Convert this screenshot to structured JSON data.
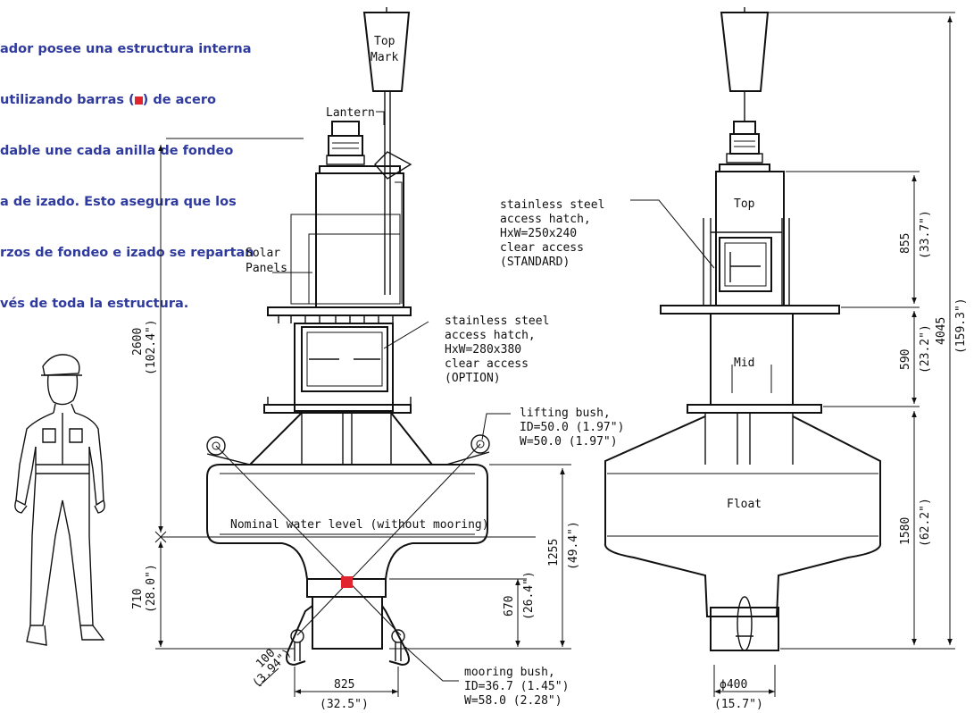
{
  "note": {
    "line1": "ador posee una estructura interna",
    "line2a": "utilizando barras (",
    "line2b": ") de acero",
    "line3": "dable une cada anilla de fondeo",
    "line4": "a de izado. Esto asegura que los",
    "line5": "rzos de fondeo e izado se repartan",
    "line6": "vés de toda la estructura.",
    "marker_color": "#e0252f",
    "text_color": "#2f3a9e"
  },
  "left_view": {
    "top_mark": [
      "Top",
      "Mark"
    ],
    "lantern": "Lantern",
    "solar_panels": [
      "Solar",
      "Panels"
    ],
    "hatch_option": [
      "stainless steel",
      "access hatch,",
      "HxW=280x380",
      "clear access",
      "(OPTION)"
    ],
    "lifting_bush": [
      "lifting bush,",
      "ID=50.0  (1.97\")",
      "W=50.0  (1.97\")"
    ],
    "water_level": "Nominal water level (without mooring)",
    "mooring_bush": [
      "mooring bush,",
      "ID=36.7 (1.45\")",
      "W=58.0  (2.28\")"
    ],
    "dim_2600": "2600",
    "dim_2600_in": "(102.4\")",
    "dim_710": "710",
    "dim_710_in": "(28.0\")",
    "dim_100": "100",
    "dim_100_in": "(3.94\")",
    "dim_825": "825",
    "dim_825_in": "(32.5\")",
    "dim_670": "670",
    "dim_670_in": "(26.4\")",
    "dim_1255": "1255",
    "dim_1255_in": "(49.4\")"
  },
  "right_view": {
    "hatch_standard": [
      "stainless steel",
      "access hatch,",
      "HxW=250x240",
      "clear access",
      "(STANDARD)"
    ],
    "top": "Top",
    "mid": "Mid",
    "float": "Float",
    "dim_855": "855",
    "dim_855_in": "(33.7\")",
    "dim_590": "590",
    "dim_590_in": "(23.2\")",
    "dim_1580": "1580",
    "dim_1580_in": "(62.2\")",
    "dim_4045": "4045",
    "dim_4045_in": "(159.3\")",
    "dim_400": "ϕ400",
    "dim_400_in": "(15.7\")"
  }
}
